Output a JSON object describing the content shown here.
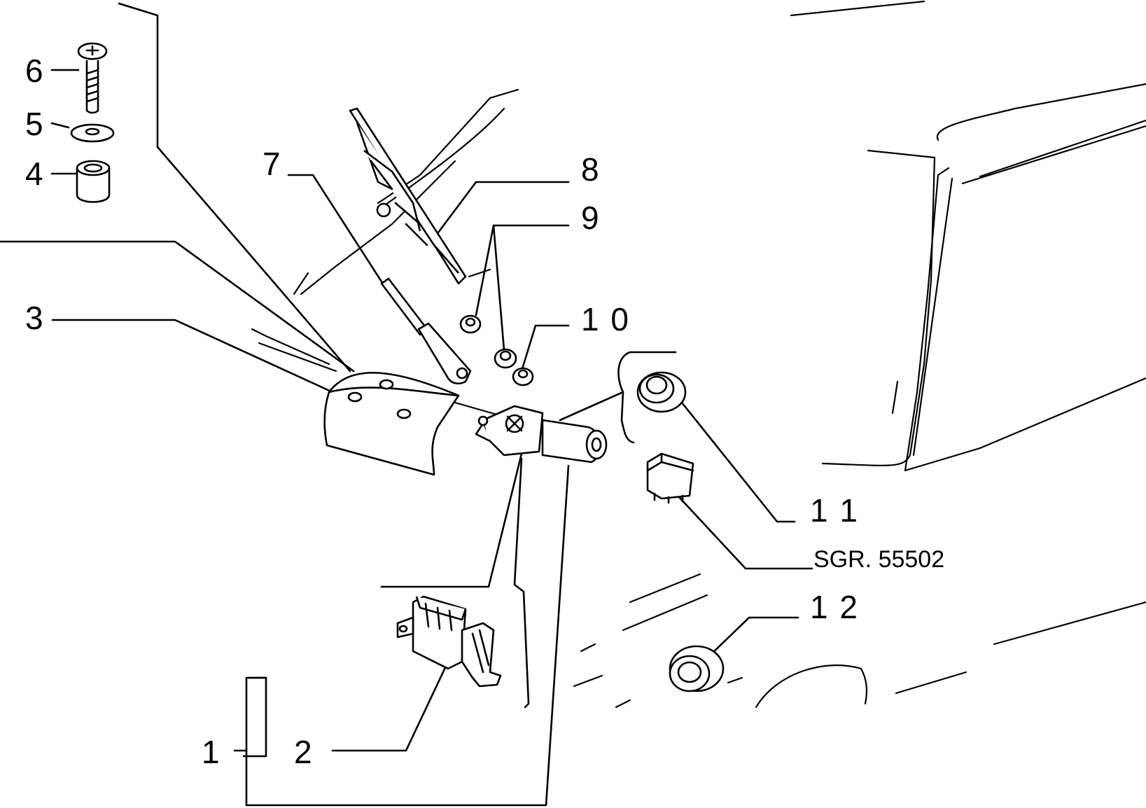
{
  "diagram": {
    "labels": {
      "l1": "1",
      "l2": "2",
      "l3": "3",
      "l4": "4",
      "l5": "5",
      "l6": "6",
      "l7": "7",
      "l8": "8",
      "l9": "9",
      "l10": "1 0",
      "l11": "1 1",
      "l12": "1 2",
      "sgr": "SGR. 55502"
    }
  }
}
